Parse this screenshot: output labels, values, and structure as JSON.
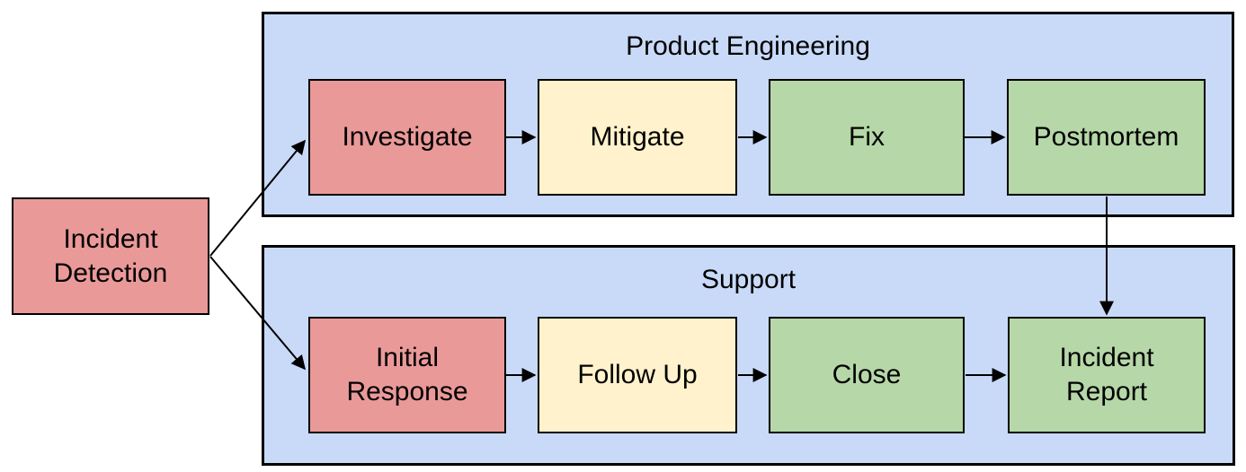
{
  "diagram": {
    "start": {
      "label": "Incident\nDetection",
      "fill": "#ea9999"
    },
    "lanes": [
      {
        "title": "Product Engineering",
        "fill": "#c9daf8",
        "nodes": [
          {
            "label": "Investigate",
            "fill": "#ea9999"
          },
          {
            "label": "Mitigate",
            "fill": "#fff2cc"
          },
          {
            "label": "Fix",
            "fill": "#b6d7a8"
          },
          {
            "label": "Postmortem",
            "fill": "#b6d7a8"
          }
        ]
      },
      {
        "title": "Support",
        "fill": "#c9daf8",
        "nodes": [
          {
            "label": "Initial\nResponse",
            "fill": "#ea9999"
          },
          {
            "label": "Follow Up",
            "fill": "#fff2cc"
          },
          {
            "label": "Close",
            "fill": "#b6d7a8"
          },
          {
            "label": "Incident\nReport",
            "fill": "#b6d7a8"
          }
        ]
      }
    ],
    "edges": [
      {
        "from": "Incident Detection",
        "to": "Investigate"
      },
      {
        "from": "Incident Detection",
        "to": "Initial Response"
      },
      {
        "from": "Investigate",
        "to": "Mitigate"
      },
      {
        "from": "Mitigate",
        "to": "Fix"
      },
      {
        "from": "Fix",
        "to": "Postmortem"
      },
      {
        "from": "Postmortem",
        "to": "Incident Report"
      },
      {
        "from": "Initial Response",
        "to": "Follow Up"
      },
      {
        "from": "Follow Up",
        "to": "Close"
      },
      {
        "from": "Close",
        "to": "Incident Report"
      }
    ],
    "colors": {
      "node_red": "#ea9999",
      "node_yellow": "#fff2cc",
      "node_green": "#b6d7a8",
      "lane_blue": "#c9daf8",
      "stroke": "#000000",
      "background": "#ffffff"
    }
  }
}
